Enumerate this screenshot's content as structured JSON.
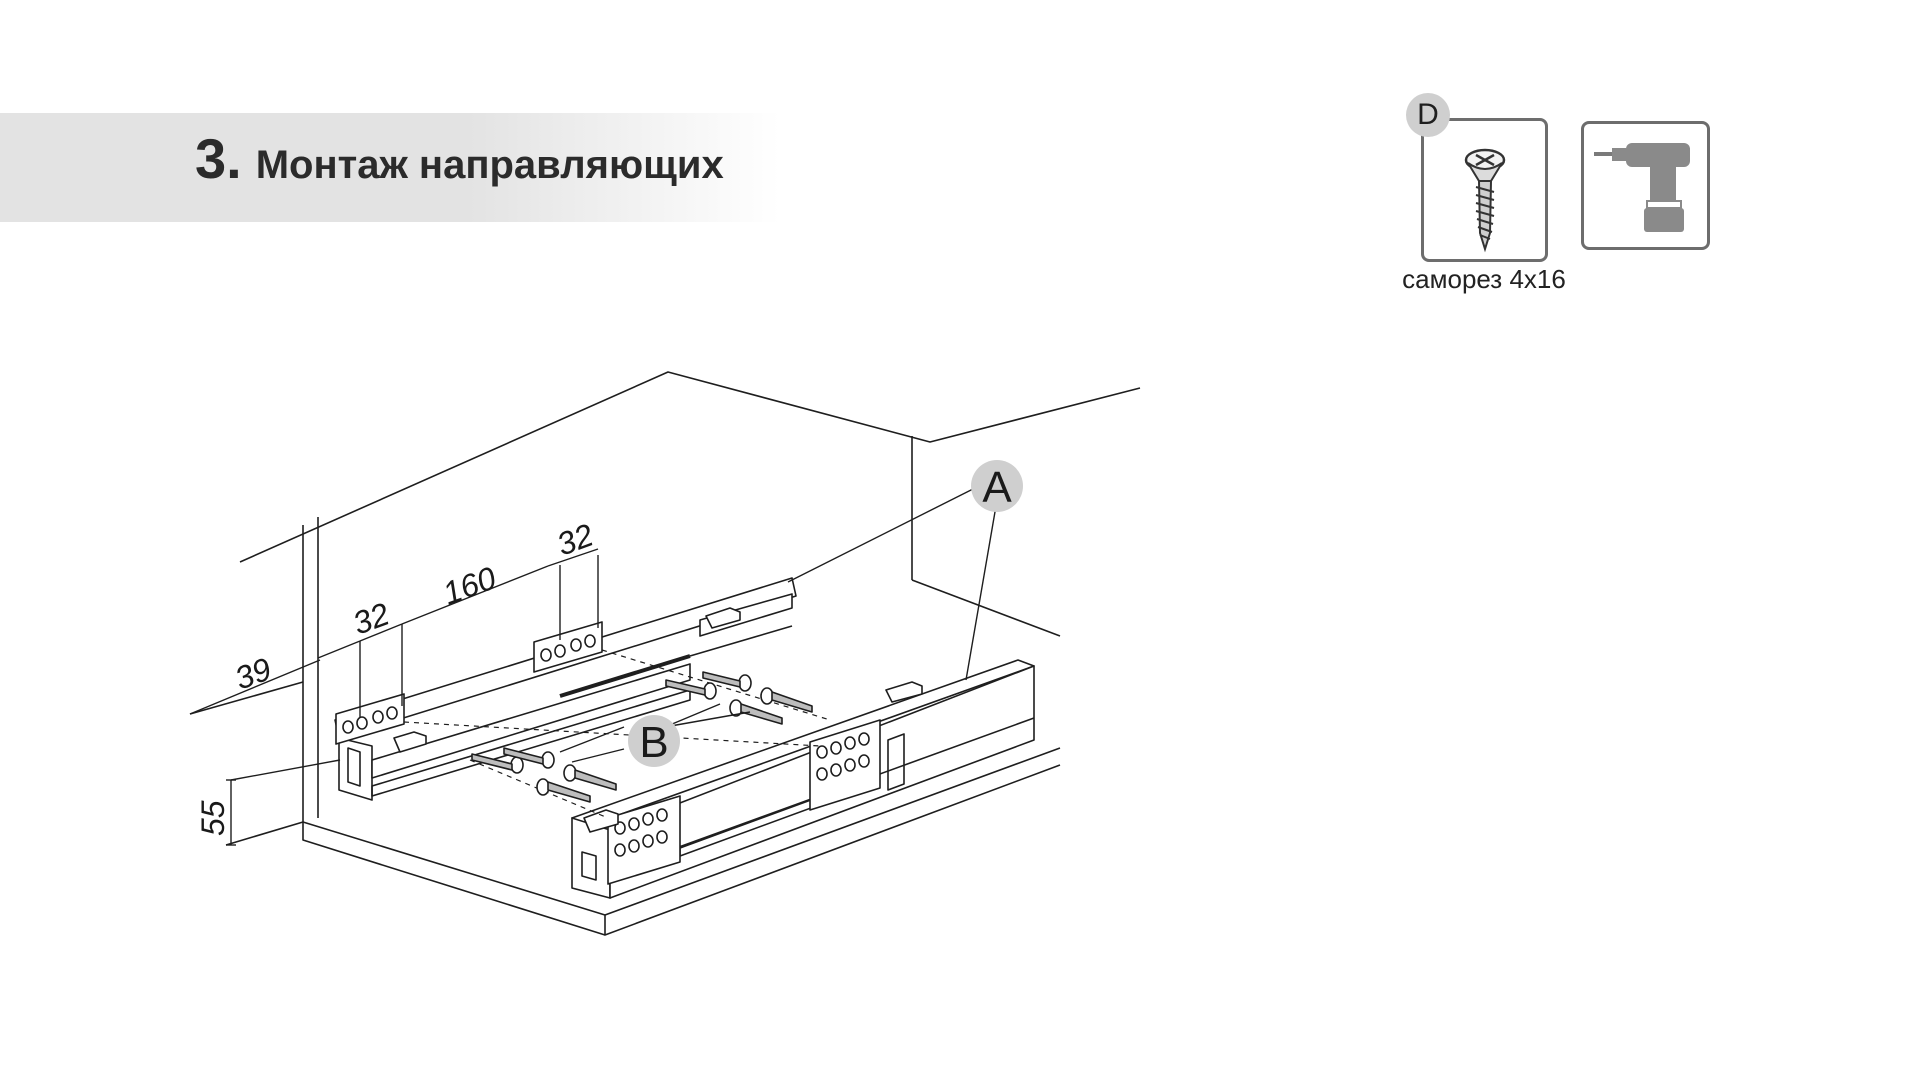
{
  "step": {
    "number": "3.",
    "title": "Монтаж направляющих"
  },
  "parts": [
    {
      "letter": "D",
      "caption": "саморез 4х16",
      "icon": "screw-icon"
    }
  ],
  "tool": {
    "icon": "drill-icon"
  },
  "diagram": {
    "dimensions": [
      "39",
      "32",
      "160",
      "32",
      "55"
    ],
    "callouts": [
      "A",
      "B"
    ]
  }
}
